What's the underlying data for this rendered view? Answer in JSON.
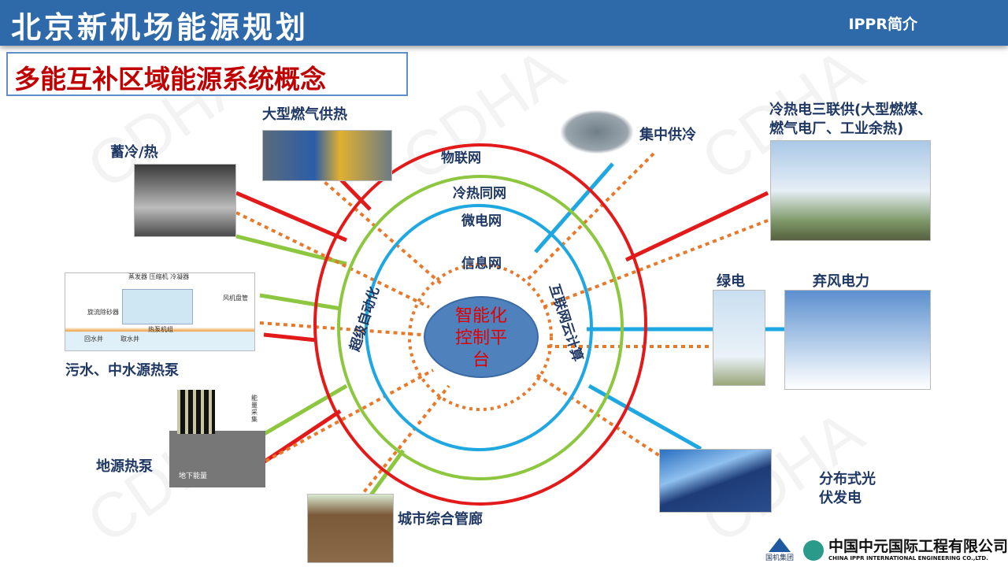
{
  "header": {
    "title": "北京新机场能源规划",
    "section": "IPPR简介"
  },
  "subtitle": "多能互补区域能源系统概念",
  "watermark": "CDHA",
  "rings": {
    "outer": "物联网",
    "second": "冷热同网",
    "third": "微电网",
    "inner": "信息网",
    "left_vertical": "超级自动化",
    "right_vertical": "互联网云计算"
  },
  "core": {
    "line1": "智能化",
    "line2": "控制平",
    "line3": "台"
  },
  "nodes": {
    "gas_heating": "大型燃气供热",
    "storage": "蓄冷/热",
    "district_cooling": "集中供冷",
    "cchp_line1": "冷热电三联供(大型燃煤、",
    "cchp_line2": "燃气电厂、工业余热)",
    "green_power": "绿电",
    "wind_curtail": "弃风电力",
    "sewage_heatpump": "污水、中水源热泵",
    "ground_heatpump": "地源热泵",
    "utility_tunnel": "城市综合管廊",
    "pv_line1": "分布式光",
    "pv_line2": "伏发电"
  },
  "heatpump_diagram": {
    "evaporator": "蒸发器",
    "compressor": "压缩机",
    "condenser": "冷凝器",
    "fan_coil": "风机盘管",
    "separator": "旋流除砂器",
    "unit": "热泵机组",
    "return_well": "回水井",
    "intake_well": "取水井"
  },
  "ground_diagram": {
    "collect": "能量采集",
    "underground": "地下能量"
  },
  "footer": {
    "group": "国机集团",
    "company_cn": "中国中元国际工程有限公司",
    "company_en": "CHINA IPPR INTERNATIONAL ENGINEERING CO.,LTD."
  },
  "colors": {
    "header": "#2e6aa9",
    "red": "#e31a1a",
    "green": "#8dc63f",
    "blue": "#1ea7e1",
    "orange": "#e8782a",
    "core": "#4f81bd"
  }
}
